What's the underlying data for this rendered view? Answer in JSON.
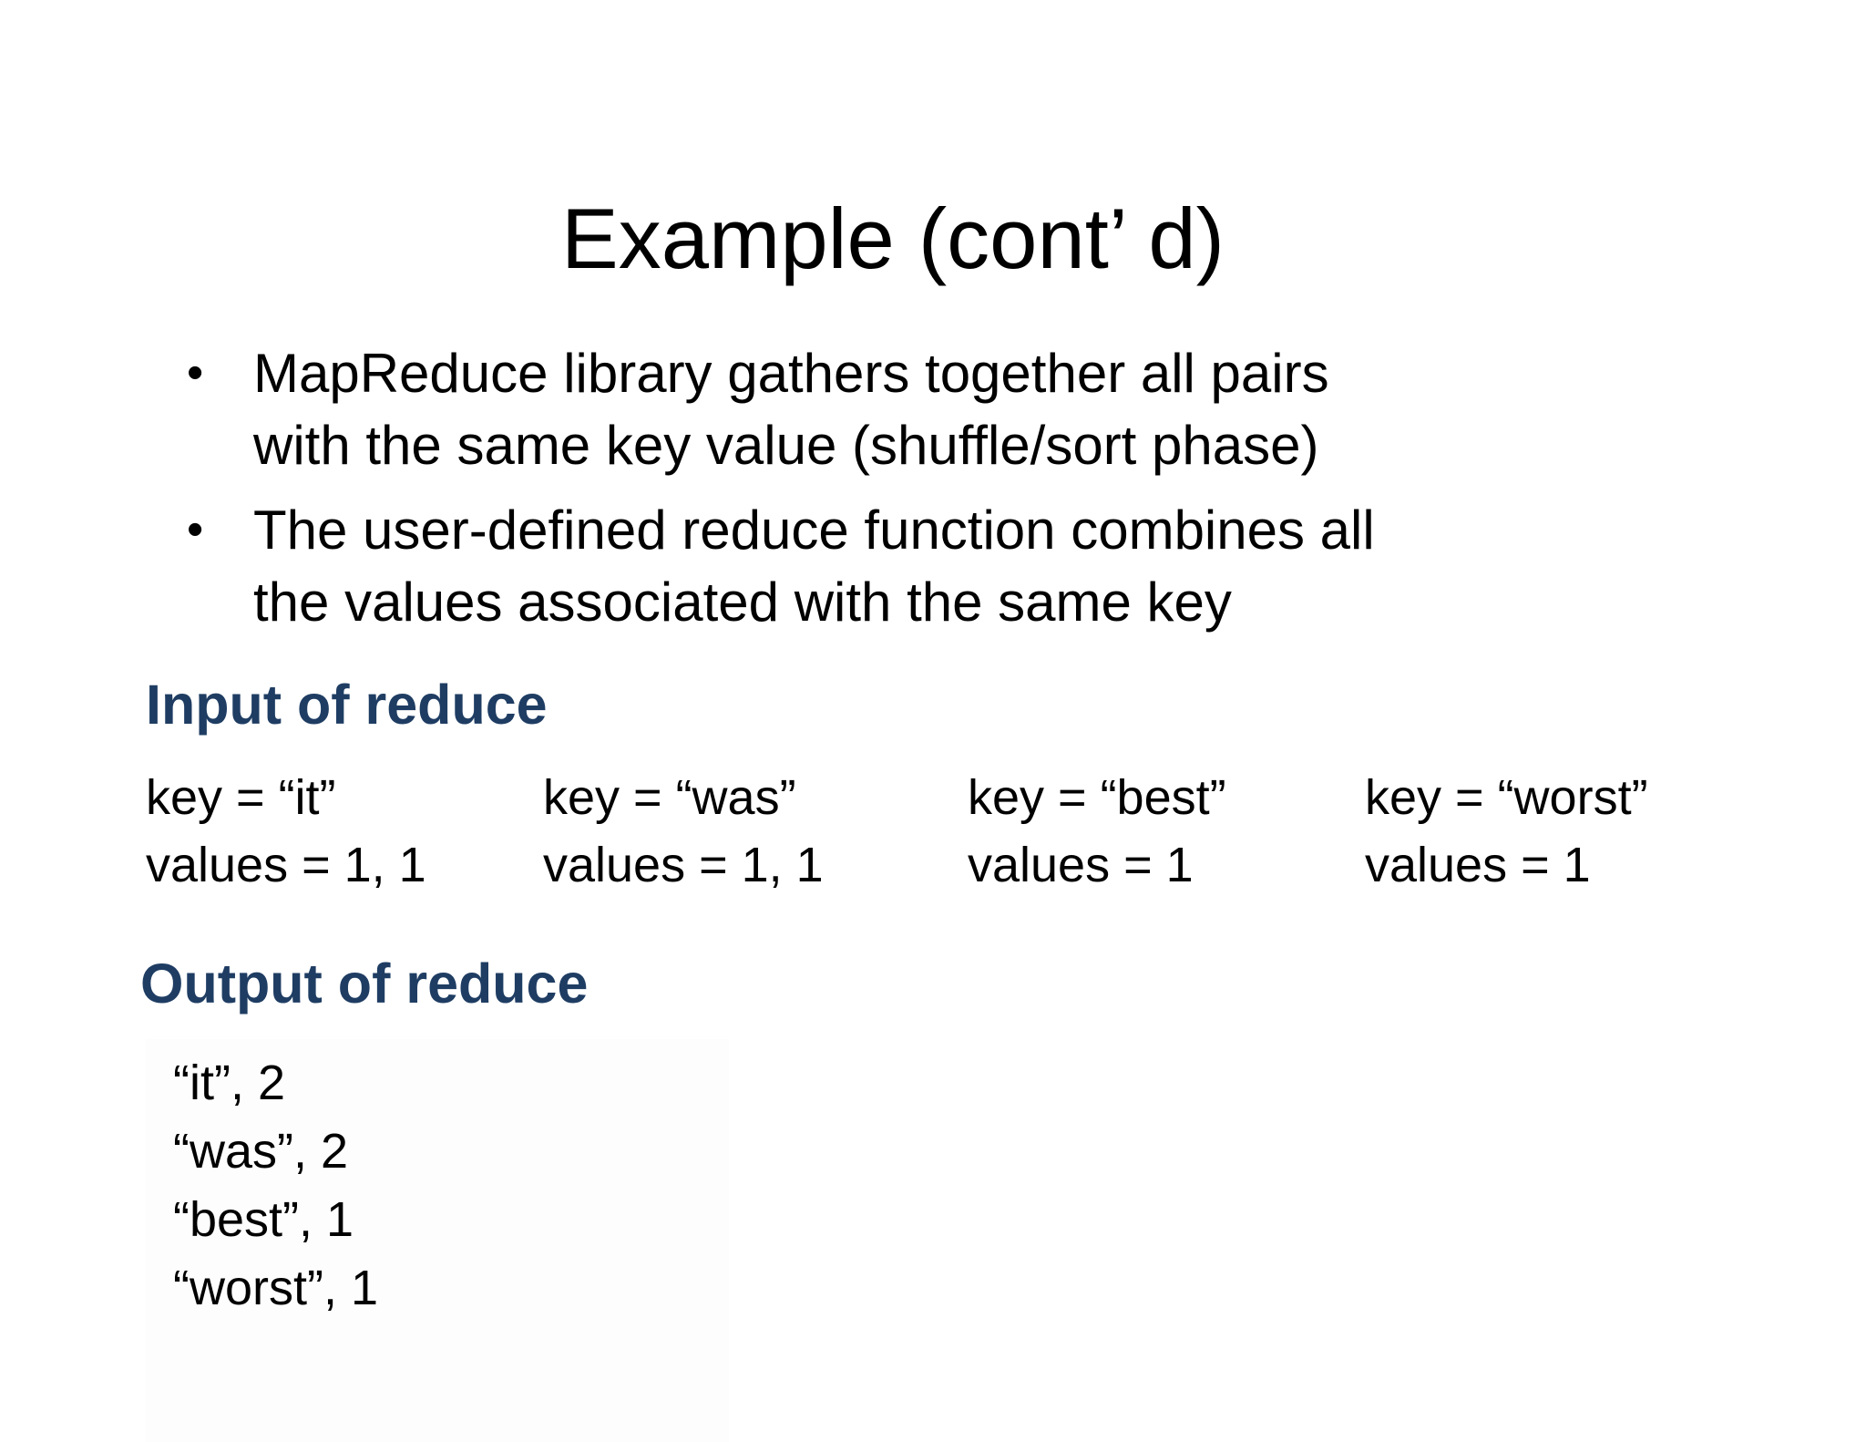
{
  "slide": {
    "title": "Example (cont’ d)",
    "bullets": [
      {
        "lines": [
          "MapReduce library gathers together all pairs",
          "with the same key value (shuffle/sort phase)"
        ]
      },
      {
        "lines": [
          "The user-defined reduce function combines all",
          "the values associated with the same key"
        ]
      }
    ],
    "bullet_symbol": "•",
    "input_heading": "Input of reduce",
    "input_groups": [
      {
        "key_line": "key = “it”",
        "values_line": "values = 1, 1"
      },
      {
        "key_line": "key = “was”",
        "values_line": "values = 1, 1"
      },
      {
        "key_line": "key = “best”",
        "values_line": "values = 1"
      },
      {
        "key_line": "key = “worst”",
        "values_line": "values = 1"
      }
    ],
    "output_heading": "Output of reduce",
    "output_items": [
      "“it”, 2",
      "“was”, 2",
      "“best”, 1",
      "“worst”, 1"
    ],
    "colors": {
      "heading": "#1f3d63",
      "text": "#000000",
      "background": "#ffffff"
    }
  }
}
